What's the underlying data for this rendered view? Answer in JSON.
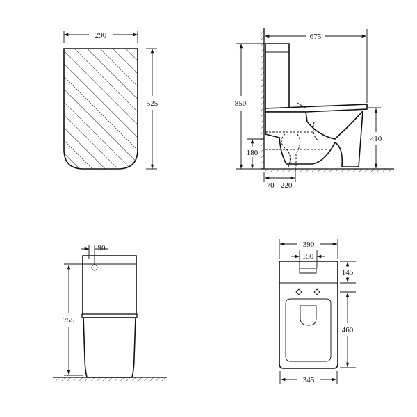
{
  "dimensions": {
    "seat_width": "290",
    "seat_length": "525",
    "depth": "675",
    "height": "850",
    "seat_height": "410",
    "outlet_height": "180",
    "outlet_offset": "70 - 220",
    "button_offset": "90",
    "tank_height": "755",
    "top_width": "390",
    "button_width": "150",
    "tank_depth": "145",
    "bowl_length": "460",
    "bottom_width": "345"
  },
  "colors": {
    "line": "#111111",
    "background": "#ffffff"
  }
}
